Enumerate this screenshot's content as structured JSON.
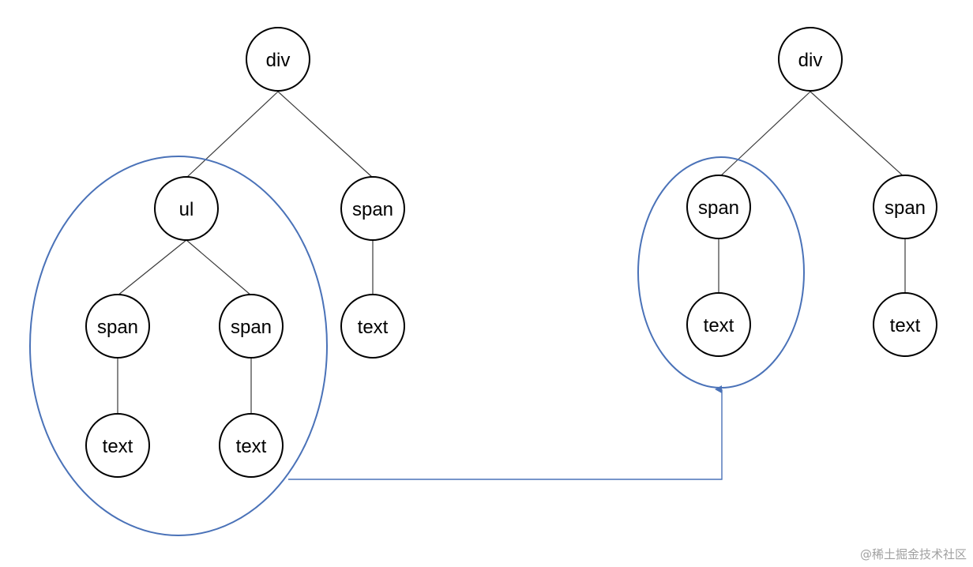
{
  "diagram": {
    "colors": {
      "node_border": "#000000",
      "edge": "#3a3a3a",
      "highlight": "#4a72b8"
    },
    "left_tree": {
      "root": "div",
      "ul": "ul",
      "ul_child_1": "span",
      "ul_child_1_text": "text",
      "ul_child_2": "span",
      "ul_child_2_text": "text",
      "span": "span",
      "span_text": "text"
    },
    "right_tree": {
      "root": "div",
      "span_1": "span",
      "span_1_text": "text",
      "span_2": "span",
      "span_2_text": "text"
    }
  },
  "watermark": "@稀土掘金技术社区"
}
